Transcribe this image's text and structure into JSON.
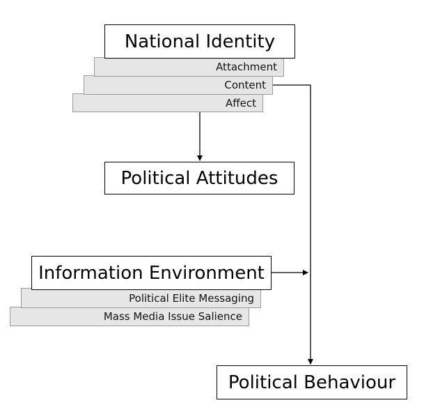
{
  "diagram": {
    "nodes": {
      "national_identity": "National Identity",
      "political_attitudes": "Political Attitudes",
      "information_environment": "Information Environment",
      "political_behaviour": "Political Behaviour"
    },
    "national_identity_components": {
      "attachment": "Attachment",
      "content": "Content",
      "affect": "Affect"
    },
    "information_environment_components": {
      "elite_messaging": "Political Elite Messaging",
      "media_salience": "Mass Media Issue Salience"
    }
  },
  "colors": {
    "line": "#000000",
    "box_border": "#000000",
    "sub_box_border": "#9a9a9a",
    "sub_box_fill": "#e6e6e6"
  }
}
